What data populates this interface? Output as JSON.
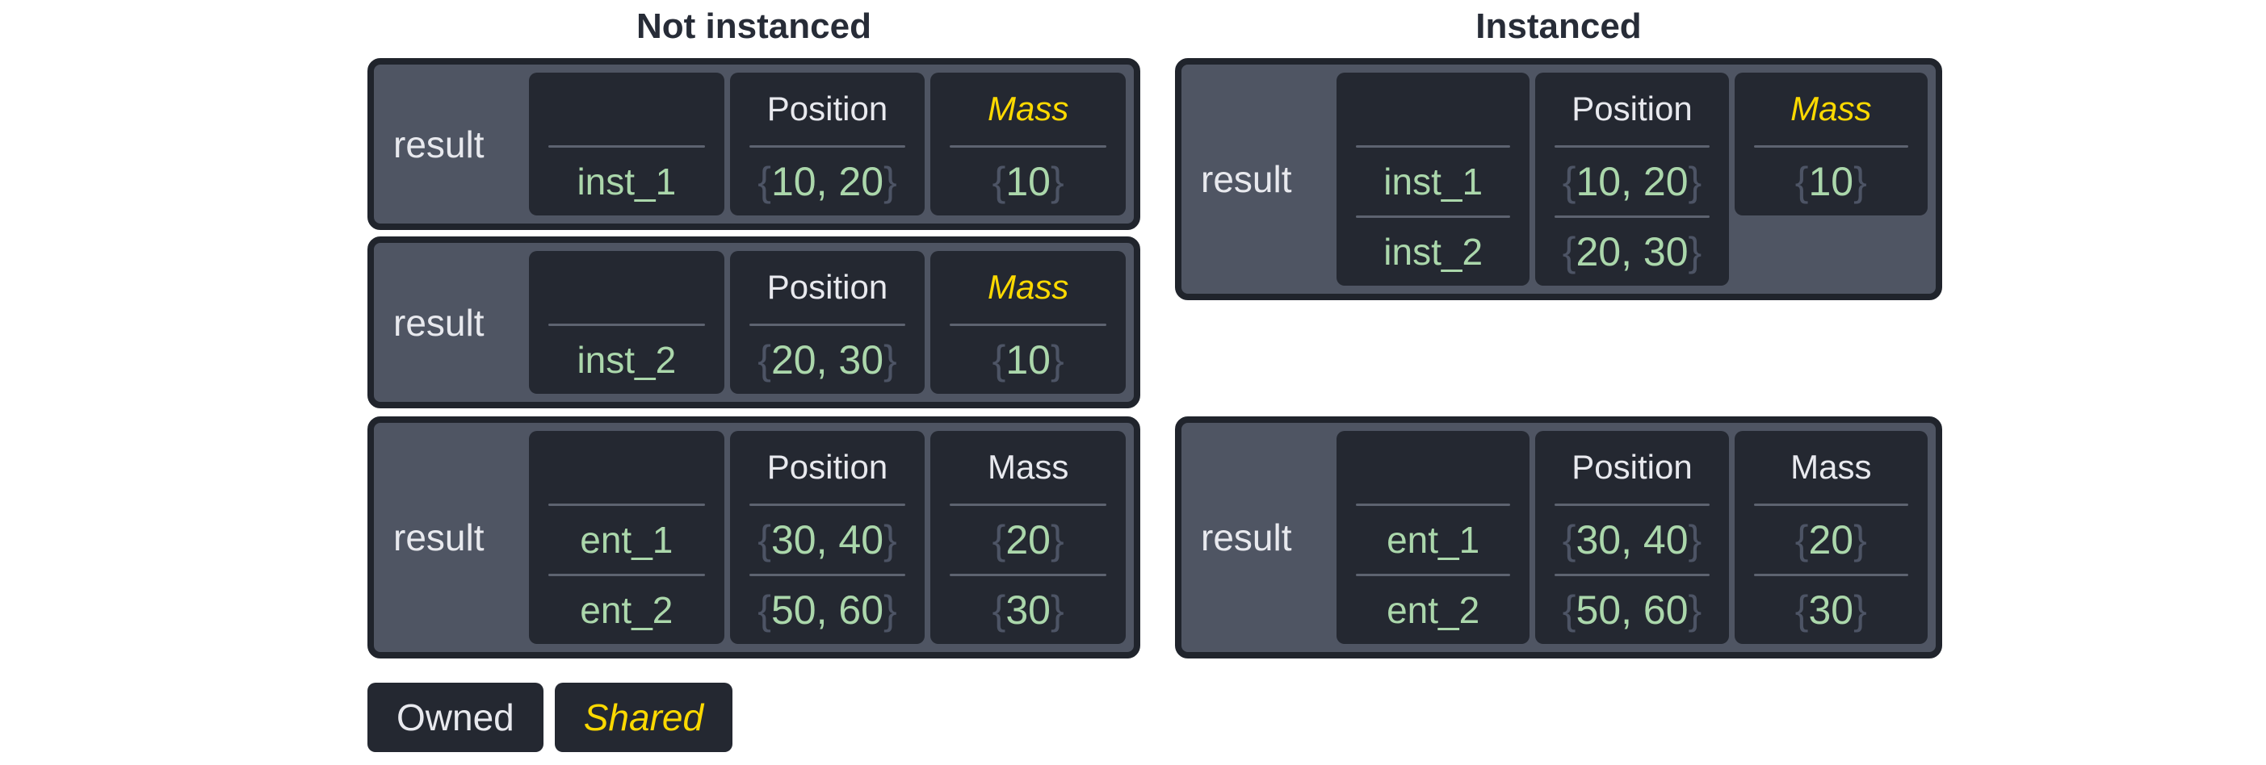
{
  "titles": {
    "left": "Not instanced",
    "right": "Instanced"
  },
  "legend": {
    "owned": "Owned",
    "shared": "Shared"
  },
  "boxes": {
    "left": [
      {
        "result": "result",
        "rows": [
          "inst_1"
        ],
        "components": [
          {
            "name": "Position",
            "shared": false,
            "values": [
              "{10, 20}"
            ]
          },
          {
            "name": "Mass",
            "shared": true,
            "values": [
              "{10}"
            ]
          }
        ]
      },
      {
        "result": "result",
        "rows": [
          "inst_2"
        ],
        "components": [
          {
            "name": "Position",
            "shared": false,
            "values": [
              "{20, 30}"
            ]
          },
          {
            "name": "Mass",
            "shared": true,
            "values": [
              "{10}"
            ]
          }
        ]
      },
      {
        "result": "result",
        "rows": [
          "ent_1",
          "ent_2"
        ],
        "components": [
          {
            "name": "Position",
            "shared": false,
            "values": [
              "{30, 40}",
              "{50, 60}"
            ]
          },
          {
            "name": "Mass",
            "shared": false,
            "values": [
              "{20}",
              "{30}"
            ]
          }
        ]
      }
    ],
    "right": [
      {
        "result": "result",
        "rows": [
          "inst_1",
          "inst_2"
        ],
        "components": [
          {
            "name": "Position",
            "shared": false,
            "values": [
              "{10, 20}",
              "{20, 30}"
            ]
          },
          {
            "name": "Mass",
            "shared": true,
            "spans_rows": true,
            "values": [
              "{10}"
            ]
          }
        ]
      },
      {
        "result": "result",
        "rows": [
          "ent_1",
          "ent_2"
        ],
        "components": [
          {
            "name": "Position",
            "shared": false,
            "values": [
              "{30, 40}",
              "{50, 60}"
            ]
          },
          {
            "name": "Mass",
            "shared": false,
            "values": [
              "{20}",
              "{30}"
            ]
          }
        ]
      }
    ]
  },
  "colors": {
    "box_surface": "#4f5563",
    "cell_bg": "#242831",
    "border": "#20242c",
    "owned_text": "#e8e9ee",
    "shared_text": "#fcd900",
    "value_green": "#abd7ab",
    "brace_gray": "#4d5465",
    "divider": "#5d6370",
    "title_text": "#272c37"
  }
}
